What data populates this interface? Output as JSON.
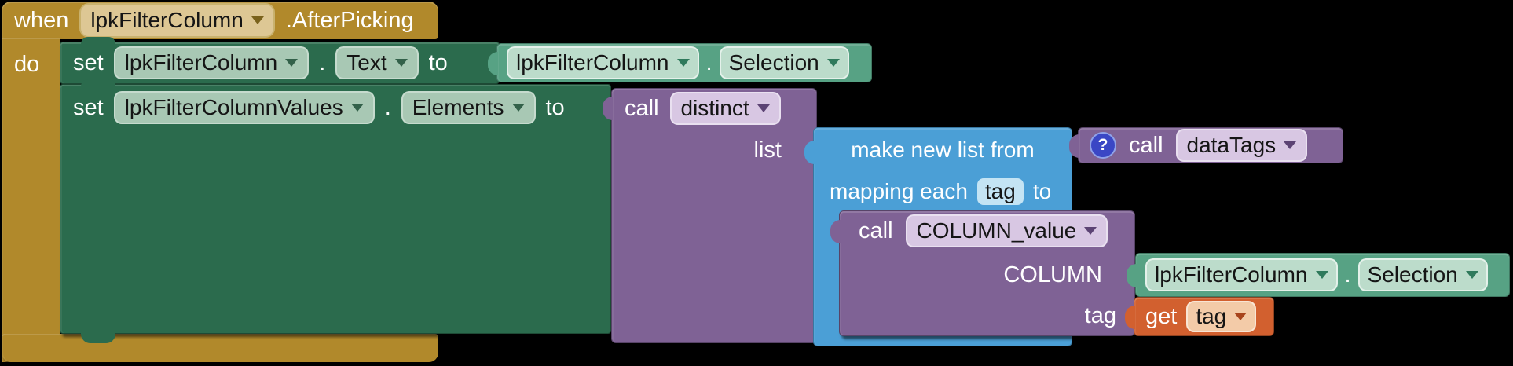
{
  "colors": {
    "background": "#000000",
    "event_gold": "#B1892B",
    "event_gold_chip": "#DDC794",
    "setter_green": "#2B6B4D",
    "setter_green_chip": "#A8C8B4",
    "getter_green": "#57A284",
    "getter_green_chip": "#BCDCCB",
    "procedure_purple": "#7F6295",
    "procedure_purple_chip": "#D8C7E3",
    "list_blue": "#4B9FD6",
    "list_blue_chip": "#C4E4F4",
    "variable_orange": "#D2602F",
    "variable_orange_chip": "#F3CBA8",
    "warning_badge_blue": "#3A47C5"
  },
  "when_block": {
    "keyword": "when",
    "component": "lpkFilterColumn",
    "event": ".AfterPicking",
    "do_label": "do"
  },
  "set_text_block": {
    "keyword": "set",
    "component": "lpkFilterColumn",
    "dot": ".",
    "property": "Text",
    "to_label": "to"
  },
  "selection_getter_1": {
    "component": "lpkFilterColumn",
    "dot": ".",
    "property": "Selection"
  },
  "set_elements_block": {
    "keyword": "set",
    "component": "lpkFilterColumnValues",
    "dot": ".",
    "property": "Elements",
    "to_label": "to"
  },
  "call_distinct_block": {
    "keyword": "call",
    "procedure": "distinct",
    "list_param": "list"
  },
  "make_list_block": {
    "line1": "make new list from",
    "line2_prefix": "mapping each",
    "loop_var": "tag",
    "line2_suffix": "to"
  },
  "call_datatags_block": {
    "badge": "?",
    "keyword": "call",
    "procedure": "dataTags"
  },
  "call_column_value_block": {
    "keyword": "call",
    "procedure": "COLUMN_value",
    "param1": "COLUMN",
    "param2": "tag"
  },
  "selection_getter_2": {
    "component": "lpkFilterColumn",
    "dot": ".",
    "property": "Selection"
  },
  "get_tag_block": {
    "keyword": "get",
    "variable": "tag"
  }
}
